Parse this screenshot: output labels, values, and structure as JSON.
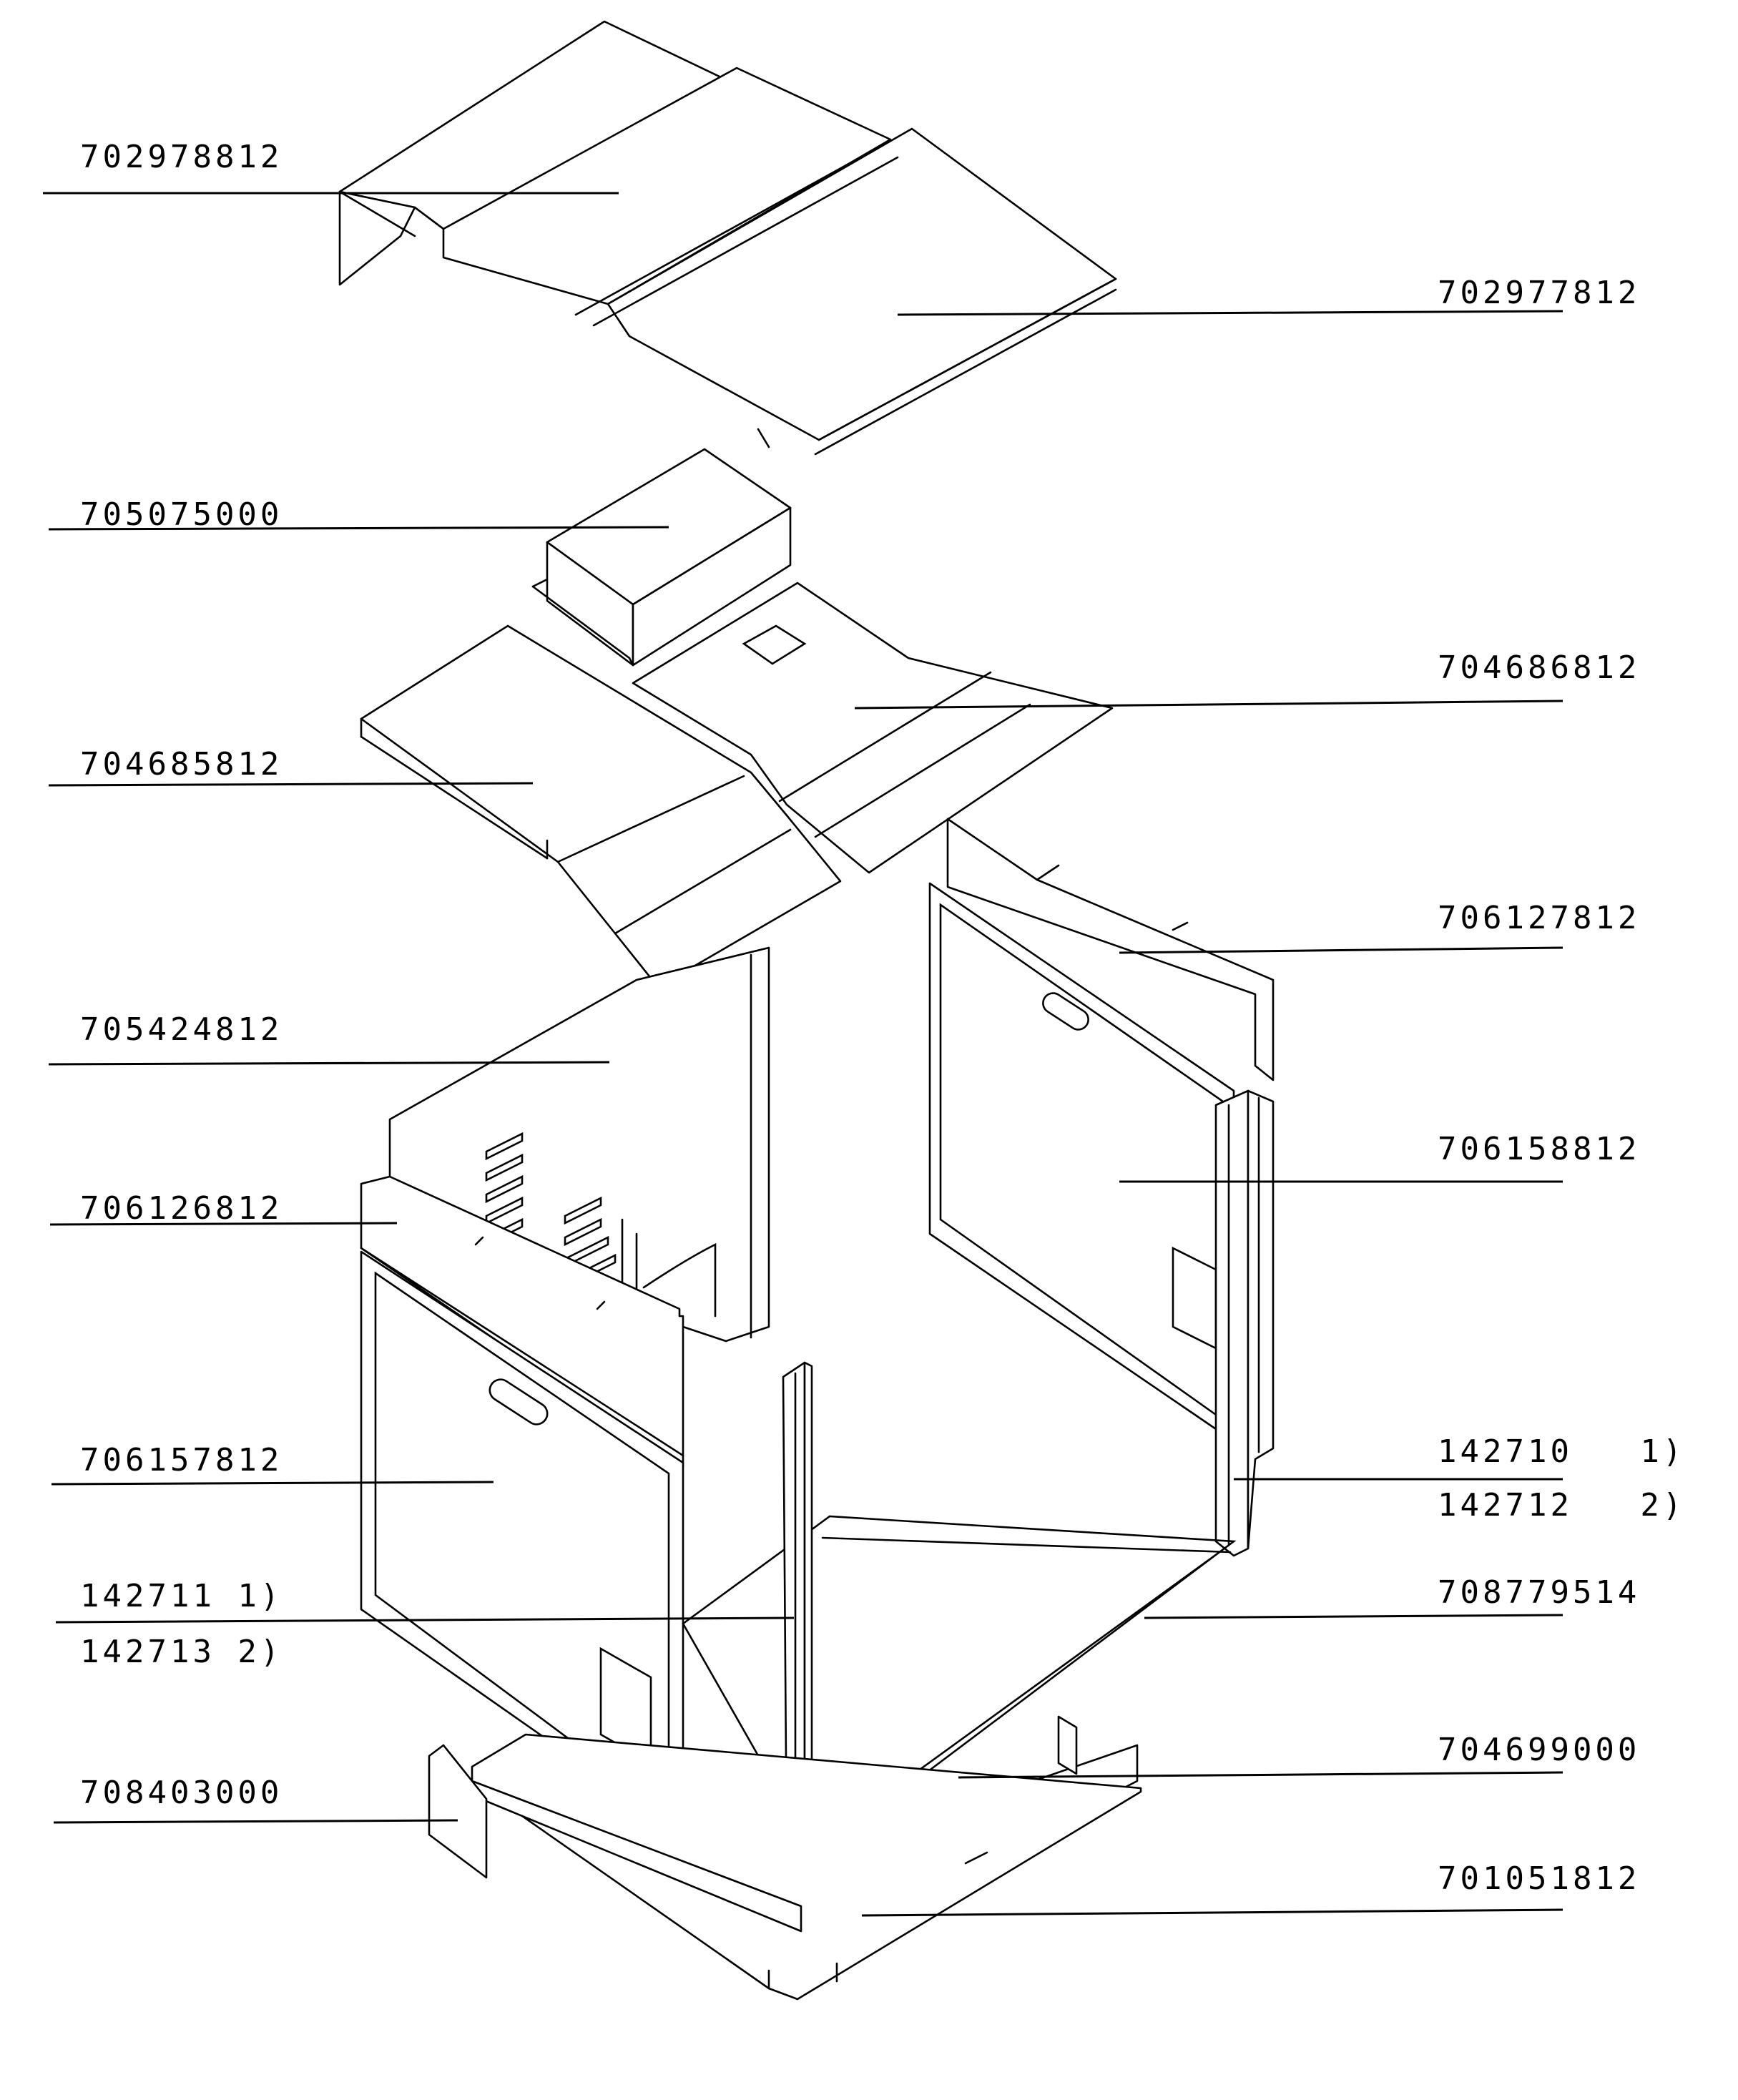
{
  "diagram": {
    "part_numbers": {
      "top_cover_front": "702978812",
      "top_cover_rear": "702977812",
      "box": "705075000",
      "top_panel_right": "704686812",
      "top_panel_left": "704685812",
      "side_top_right": "706127812",
      "rear_wall": "705424812",
      "side_panel_right": "706158812",
      "side_top_left": "706126812",
      "side_panel_left": "706157812",
      "rail_right_1": "142710   1)",
      "rail_right_2": "142712   2)",
      "rail_left_1": "142711 1)",
      "rail_left_2": "142713 2)",
      "bottom_frame": "708779514",
      "bottom_plate": "704699000",
      "small_plate": "708403000",
      "base": "701051812"
    }
  }
}
